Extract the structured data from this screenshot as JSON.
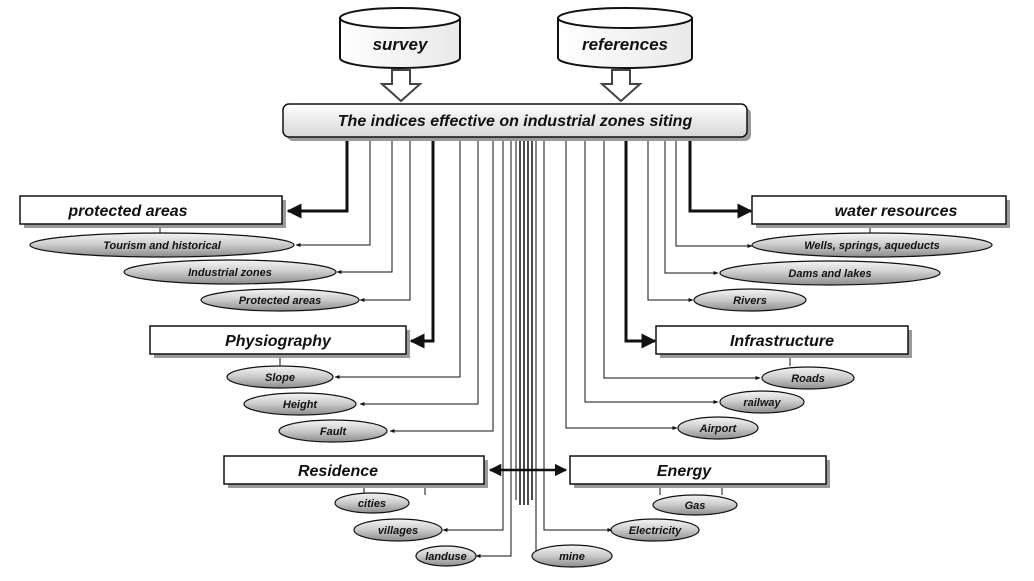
{
  "sources": {
    "survey": "survey",
    "references": "references"
  },
  "main_box": "The indices effective on industrial zones siting",
  "categories": {
    "protected_areas": "protected areas",
    "water_resources": "water resources",
    "physiography": "Physiography",
    "infrastructure": "Infrastructure",
    "residence": "Residence",
    "energy": "Energy"
  },
  "items": {
    "tourism": "Tourism and historical",
    "industrial_zones": "Industrial zones",
    "protected": "Protected areas",
    "wells": "Wells, springs, aqueducts",
    "dams": "Dams and lakes",
    "rivers": "Rivers",
    "slope": "Slope",
    "height": "Height",
    "fault": "Fault",
    "roads": "Roads",
    "railway": "railway",
    "airport": "Airport",
    "cities": "cities",
    "villages": "villages",
    "landuse": "landuse",
    "mine": "mine",
    "gas": "Gas",
    "electricity": "Electricity"
  },
  "colors": {
    "box_fill": "#ffffff",
    "box_shadow": "#9a9a9a",
    "ellipse_fill_top": "#f4f4f4",
    "ellipse_fill_bottom": "#9c9c9c",
    "line": "#111111"
  }
}
